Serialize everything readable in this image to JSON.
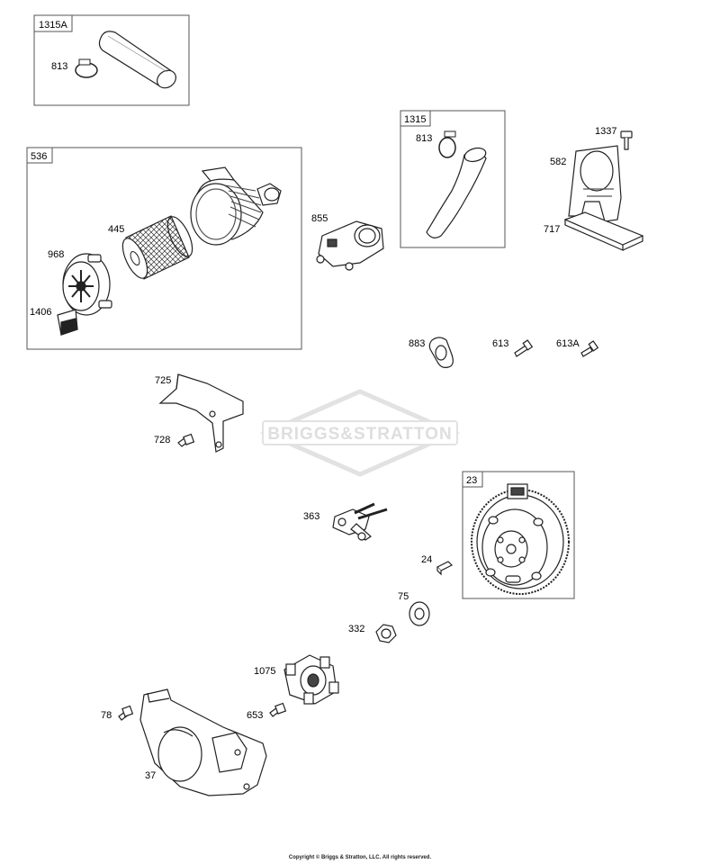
{
  "watermark": "BRIGGS&STRATTON",
  "copyright": "Copyright © Briggs & Stratton, LLC. All rights reserved.",
  "groups": {
    "g1315A": "1315A",
    "g536": "536",
    "g1315": "1315",
    "g23": "23"
  },
  "parts": {
    "p813a": "813",
    "p445": "445",
    "p968": "968",
    "p1406": "1406",
    "p855": "855",
    "p813b": "813",
    "p1337": "1337",
    "p582": "582",
    "p717": "717",
    "p883": "883",
    "p613": "613",
    "p613A": "613A",
    "p725": "725",
    "p728": "728",
    "p363": "363",
    "p24": "24",
    "p75": "75",
    "p332": "332",
    "p1075": "1075",
    "p78": "78",
    "p653": "653",
    "p37": "37"
  }
}
